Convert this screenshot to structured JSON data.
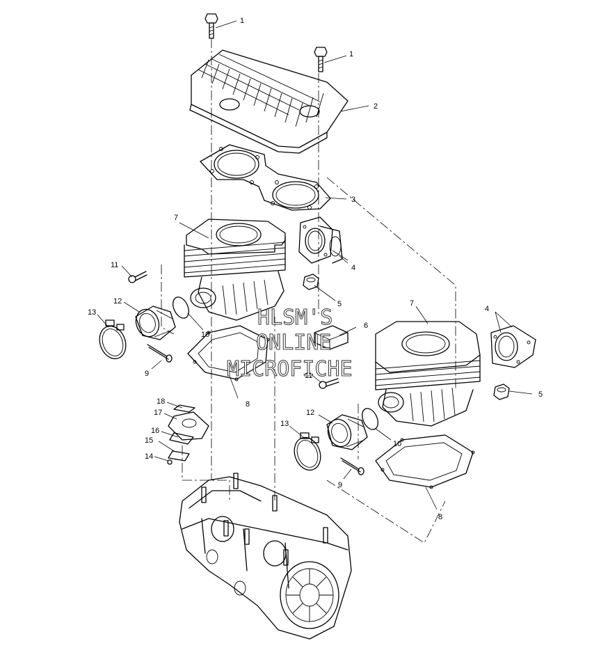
{
  "watermark": [
    "HLSM'S",
    "ONLINE",
    "MICROFICHE"
  ],
  "callouts": {
    "c1a": "1",
    "c1b": "1",
    "c2": "2",
    "c3": "3",
    "c4a": "4",
    "c4b": "4",
    "c5a": "5",
    "c5b": "5",
    "c6": "6",
    "c7a": "7",
    "c7b": "7",
    "c8a": "8",
    "c8b": "8",
    "c9a": "9",
    "c9b": "9",
    "c10a": "10",
    "c10b": "10",
    "c11a": "11",
    "c11b": "11",
    "c12a": "12",
    "c12b": "12",
    "c13a": "13",
    "c13b": "13",
    "c14": "14",
    "c15": "15",
    "c16": "16",
    "c17": "17",
    "c18": "18"
  }
}
